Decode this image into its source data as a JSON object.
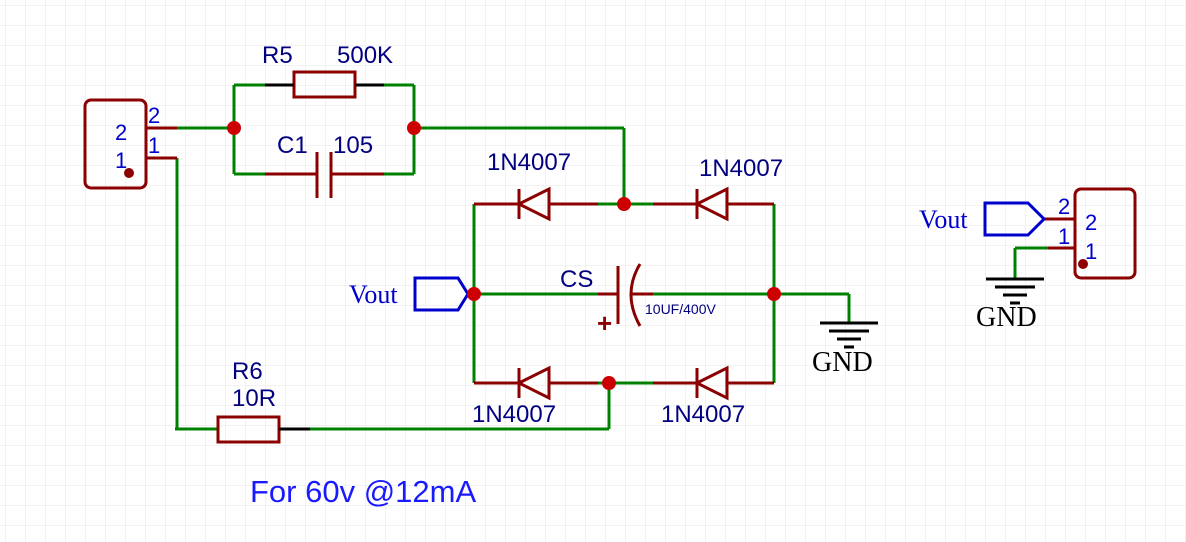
{
  "colors": {
    "wire": "#008000",
    "component": "#8b0000",
    "junction": "#cc0000",
    "label_text": "#000080",
    "pin_text": "#0000cc",
    "netflag": "#0000cc",
    "ground": "#000000",
    "grid": "#e6e6e6",
    "note": "#1a1aff"
  },
  "components": {
    "r5": {
      "ref": "R5",
      "value": "500K"
    },
    "c1": {
      "ref": "C1",
      "value": "105"
    },
    "r6": {
      "ref": "R6",
      "value": "10R"
    },
    "cs": {
      "ref": "CS",
      "value": "10UF/400V",
      "polarity": "+"
    },
    "d_top_left": "1N4007",
    "d_top_right": "1N4007",
    "d_bottom_left": "1N4007",
    "d_bottom_right": "1N4007"
  },
  "connector_left": {
    "pin_top_outer": "2",
    "pin_bottom_outer": "1",
    "pin_top_inner": "2",
    "pin_bottom_inner": "1"
  },
  "connector_right": {
    "pin_top_outer": "2",
    "pin_bottom_outer": "1",
    "pin_top_inner": "2",
    "pin_bottom_inner": "1"
  },
  "nets": {
    "vout_left": "Vout",
    "vout_right": "Vout",
    "gnd_main": "GND",
    "gnd_right": "GND"
  },
  "note": "For 60v @12mA"
}
